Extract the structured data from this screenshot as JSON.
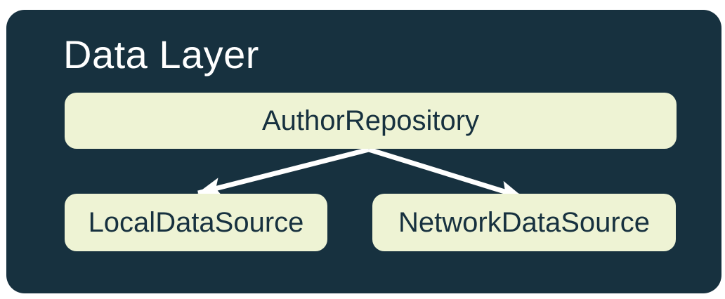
{
  "diagram": {
    "title": "Data Layer",
    "nodes": [
      {
        "id": "repository",
        "label": "AuthorRepository"
      },
      {
        "id": "local",
        "label": "LocalDataSource"
      },
      {
        "id": "network",
        "label": "NetworkDataSource"
      }
    ],
    "edges": [
      {
        "from": "AuthorRepository",
        "to": "LocalDataSource"
      },
      {
        "from": "AuthorRepository",
        "to": "NetworkDataSource"
      }
    ],
    "colors": {
      "page_background": "#ffffff",
      "container_fill": "#17313f",
      "node_fill": "#eef3d4",
      "node_text": "#17313f",
      "title_text": "#ffffff",
      "arrow": "#ffffff"
    }
  }
}
